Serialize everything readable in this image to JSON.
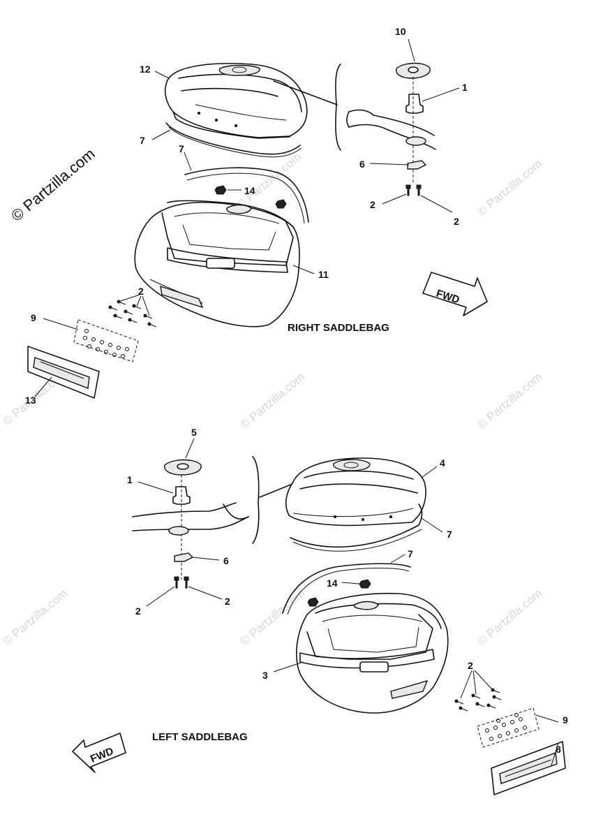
{
  "titles": {
    "right": "RIGHT SADDLEBAG",
    "left": "LEFT SADDLEBAG"
  },
  "fwd_label": "FWD",
  "watermark": {
    "main": "© Partzilla.com",
    "tile": "© Partzilla.com"
  },
  "callouts": {
    "r10": "10",
    "r1": "1",
    "r12": "12",
    "r7a": "7",
    "r7b": "7",
    "r6": "6",
    "r14": "14",
    "r2a": "2",
    "r2b": "2",
    "r11": "11",
    "r2c": "2",
    "r9": "9",
    "r13": "13",
    "l5": "5",
    "l1": "1",
    "l4": "4",
    "l7a": "7",
    "l6": "6",
    "l7b": "7",
    "l14": "14",
    "l2a": "2",
    "l2b": "2",
    "l3": "3",
    "l2c": "2",
    "l9": "9",
    "l8": "8"
  }
}
